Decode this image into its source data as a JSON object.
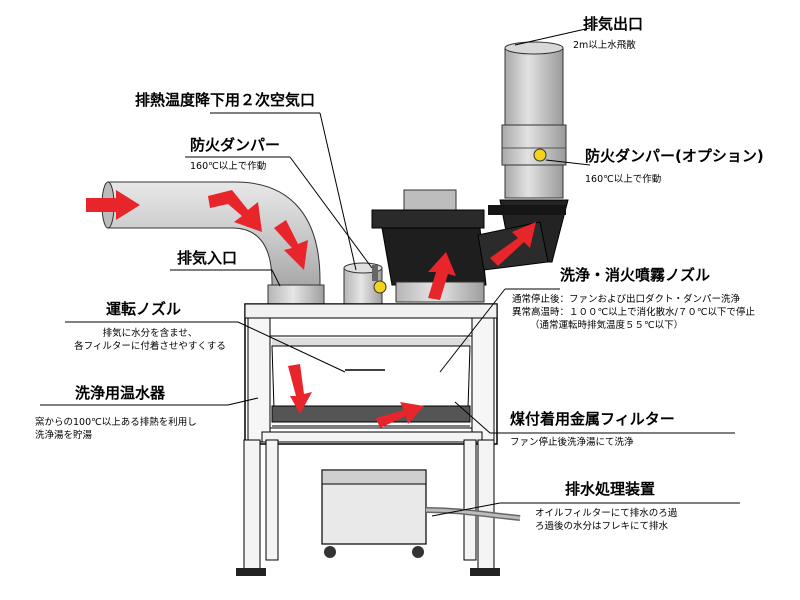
{
  "labels": {
    "exhaust_outlet": {
      "title": "排気出口",
      "note": "2m以上水飛散"
    },
    "secondary_air_inlet": {
      "title": "排熱温度降下用２次空気口"
    },
    "fire_damper": {
      "title": "防火ダンパー",
      "note": "160℃以上で作動"
    },
    "fire_damper_option": {
      "title": "防火ダンパー(オプション)",
      "note": "160℃以上で作動"
    },
    "exhaust_inlet": {
      "title": "排気入口"
    },
    "wash_nozzle": {
      "title": "洗浄・消火噴霧ノズル",
      "notes": [
        "通常停止後：ファンおよび出口ダクト・ダンパー洗浄",
        "異常高温時：１００℃以上で消化散水/７０℃以下で停止",
        "（通常運転時排気温度５５℃以下）"
      ]
    },
    "operation_nozzle": {
      "title": "運転ノズル",
      "notes": [
        "排気に水分を含ませ、",
        "各フィルターに付着させやすくする"
      ]
    },
    "water_heater": {
      "title": "洗浄用温水器",
      "notes": [
        "窯からの100℃以上ある排熱を利用し",
        "洗浄湯を貯湯"
      ]
    },
    "metal_filter": {
      "title": "煤付着用金属フィルター",
      "note": "ファン停止後洗浄湯にて洗浄"
    },
    "drain_unit": {
      "title": "排水処理装置",
      "notes": [
        "オイルフィルターにて排水のろ過",
        "ろ過後の水分はフレキにて排水"
      ]
    }
  },
  "colors": {
    "flow_arrow": "#e8252b",
    "duct": "#c9c9c9",
    "fan": "#1e1e1e",
    "damper_handle": "#f2d21b",
    "frame": "#ffffff",
    "line": "#000000"
  },
  "icons": [
    "flow-arrow",
    "damper-handle",
    "caster-wheel"
  ]
}
